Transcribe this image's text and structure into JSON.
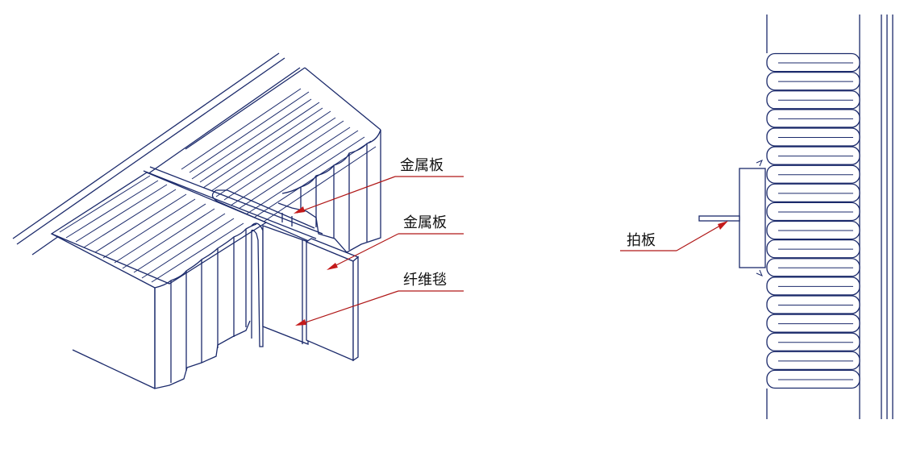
{
  "labels": {
    "metal_plate_top": "金属板",
    "metal_plate_mid": "金属板",
    "fiber_blanket": "纤维毯",
    "clap_board": "拍板"
  },
  "colors": {
    "line": "#1b2a6b",
    "leader": "#b01818",
    "arrow": "#c41a1a",
    "text": "#111111",
    "background": "#ffffff"
  }
}
